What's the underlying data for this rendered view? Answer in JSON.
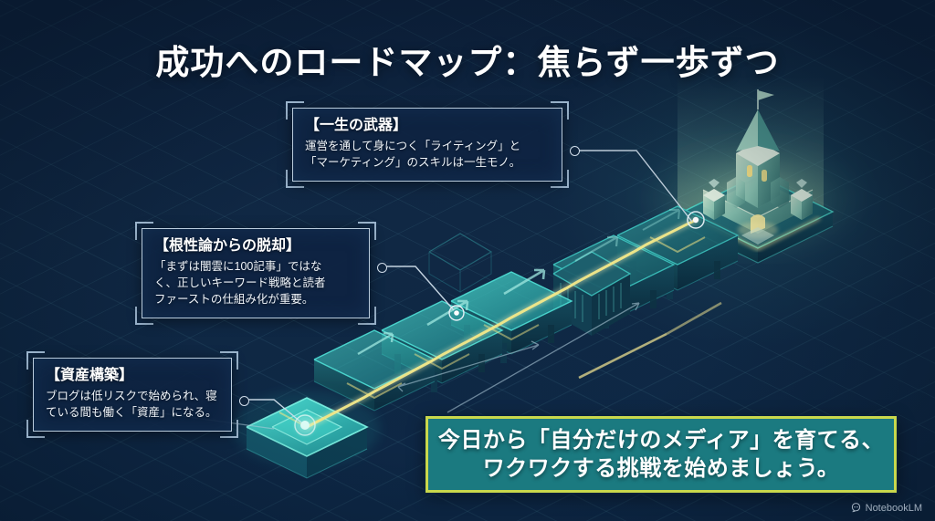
{
  "slide": {
    "title": "成功へのロードマップ：焦らず一歩ずつ",
    "background_color": "#0f2844",
    "accent_teal": "#2fd0c4",
    "accent_yellow": "#f2e27a",
    "frame_color": "#b9cbdc"
  },
  "callouts": [
    {
      "id": "lifelong-weapon",
      "title": "【一生の武器】",
      "body_lines": [
        "運営を通して身につく「ライティング」と",
        "「マーケティング」のスキルは一生モノ。"
      ]
    },
    {
      "id": "beyond-grit",
      "title": "【根性論からの脱却】",
      "body_lines": [
        "「まずは闇雲に100記事」ではな",
        "く、正しいキーワード戦略と読者",
        "ファーストの仕組み化が重要。"
      ]
    },
    {
      "id": "asset-building",
      "title": "【資産構築】",
      "body_lines": [
        "ブログは低リスクで始められ、寝",
        "ている間も働く「資産」になる。"
      ]
    }
  ],
  "cta": {
    "line1": "今日から「自分だけのメディア」を育てる、",
    "line2": "ワクワクする挑戦を始めましょう。",
    "fill_color": "#1b7a80",
    "border_color": "#c9d84c",
    "text_color": "#ffffff"
  },
  "watermark": {
    "label": "NotebookLM",
    "icon": "notebooklm-icon"
  },
  "illustration": {
    "description": "isometric glowing staircase roadmap leading to a castle",
    "start_pad": "glowing teal start platform with node",
    "destination": "glowing castle on platform",
    "step_count": 6,
    "path_color": "#f4e98a",
    "structure_color": "#35c9c0"
  }
}
